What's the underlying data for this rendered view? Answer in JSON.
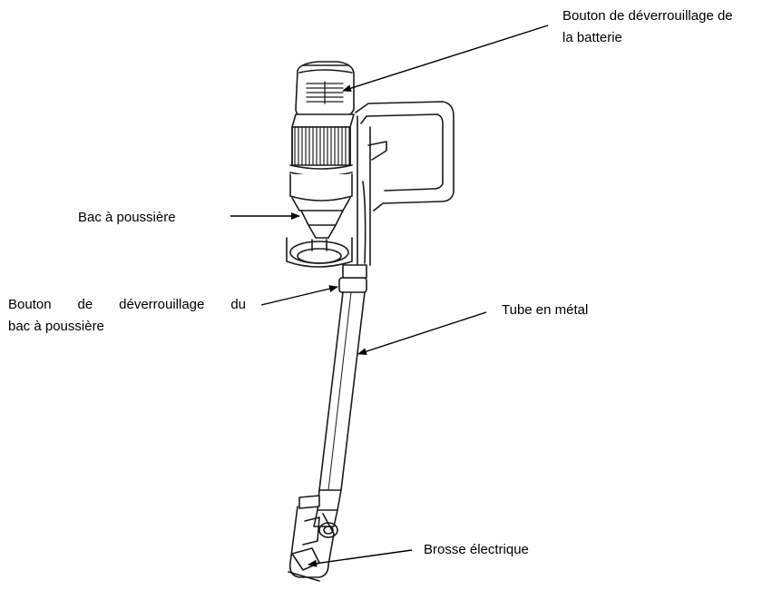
{
  "diagram": {
    "labels": {
      "battery_release": {
        "line1": "Bouton de déverrouillage de",
        "line2": "la batterie"
      },
      "dust_bin": "Bac à poussière",
      "dust_bin_release": {
        "line1": "Bouton de déverrouillage du",
        "line2": "bac à poussière"
      },
      "metal_tube": "Tube en métal",
      "electric_brush": "Brosse électrique"
    },
    "colors": {
      "ink": "#1a1a1a",
      "background": "#ffffff"
    },
    "icon": "stick-vacuum-cleaner-line-drawing"
  }
}
